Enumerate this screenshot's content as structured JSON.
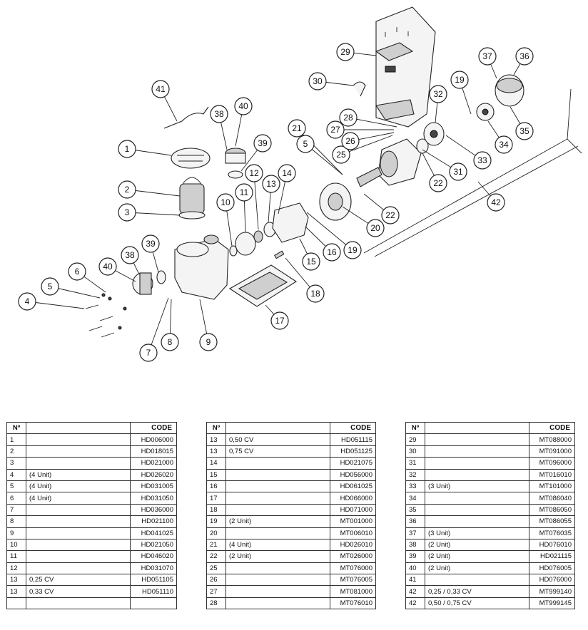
{
  "callouts": [
    "1",
    "2",
    "3",
    "4",
    "5",
    "6",
    "7",
    "8",
    "9",
    "10",
    "11",
    "12",
    "13",
    "14",
    "15",
    "16",
    "17",
    "18",
    "19",
    "20",
    "21",
    "22",
    "25",
    "26",
    "27",
    "28",
    "29",
    "30",
    "31",
    "32",
    "33",
    "34",
    "35",
    "36",
    "37",
    "38",
    "39",
    "40",
    "41",
    "42"
  ],
  "table_headers": {
    "no": "Nº",
    "desc": "",
    "code": "CODE"
  },
  "table1": [
    {
      "no": "1",
      "desc": "",
      "code": "HD006000"
    },
    {
      "no": "2",
      "desc": "",
      "code": "HD018015"
    },
    {
      "no": "3",
      "desc": "",
      "code": "HD021000"
    },
    {
      "no": "4",
      "desc": "(4 Unit)",
      "code": "HD026020"
    },
    {
      "no": "5",
      "desc": "(4 Unit)",
      "code": "HD031005"
    },
    {
      "no": "6",
      "desc": "(4 Unit)",
      "code": "HD031050"
    },
    {
      "no": "7",
      "desc": "",
      "code": "HD036000"
    },
    {
      "no": "8",
      "desc": "",
      "code": "HD021100"
    },
    {
      "no": "9",
      "desc": "",
      "code": "HD041025"
    },
    {
      "no": "10",
      "desc": "",
      "code": "HD021050"
    },
    {
      "no": "11",
      "desc": "",
      "code": "HD046020"
    },
    {
      "no": "12",
      "desc": "",
      "code": "HD031070"
    },
    {
      "no": "13",
      "desc": "0,25 CV",
      "code": "HD051105"
    },
    {
      "no": "13",
      "desc": "0,33 CV",
      "code": "HD051110"
    },
    {
      "no": "",
      "desc": "",
      "code": ""
    }
  ],
  "table2": [
    {
      "no": "13",
      "desc": "0,50 CV",
      "code": "HD051115"
    },
    {
      "no": "13",
      "desc": "0,75 CV",
      "code": "HD051125"
    },
    {
      "no": "14",
      "desc": "",
      "code": "HD021075"
    },
    {
      "no": "15",
      "desc": "",
      "code": "HD056000"
    },
    {
      "no": "16",
      "desc": "",
      "code": "HD061025"
    },
    {
      "no": "17",
      "desc": "",
      "code": "HD066000"
    },
    {
      "no": "18",
      "desc": "",
      "code": "HD071000"
    },
    {
      "no": "19",
      "desc": "(2 Unit)",
      "code": "MT001000"
    },
    {
      "no": "20",
      "desc": "",
      "code": "MT006010"
    },
    {
      "no": "21",
      "desc": "(4 Unit)",
      "code": "HD026010"
    },
    {
      "no": "22",
      "desc": "(2 Unit)",
      "code": "MT026000"
    },
    {
      "no": "25",
      "desc": "",
      "code": "MT076000"
    },
    {
      "no": "26",
      "desc": "",
      "code": "MT076005"
    },
    {
      "no": "27",
      "desc": "",
      "code": "MT081000"
    },
    {
      "no": "28",
      "desc": "",
      "code": "MT076010"
    }
  ],
  "table3": [
    {
      "no": "29",
      "desc": "",
      "code": "MT088000"
    },
    {
      "no": "30",
      "desc": "",
      "code": "MT091000"
    },
    {
      "no": "31",
      "desc": "",
      "code": "MT096000"
    },
    {
      "no": "32",
      "desc": "",
      "code": "MT016010"
    },
    {
      "no": "33",
      "desc": "(3 Unit)",
      "code": "MT101000"
    },
    {
      "no": "34",
      "desc": "",
      "code": "MT086040"
    },
    {
      "no": "35",
      "desc": "",
      "code": "MT086050"
    },
    {
      "no": "36",
      "desc": "",
      "code": "MT086055"
    },
    {
      "no": "37",
      "desc": "(3 Unit)",
      "code": "MT076035"
    },
    {
      "no": "38",
      "desc": "(2 Unit)",
      "code": "HD076010"
    },
    {
      "no": "39",
      "desc": "(2 Unit)",
      "code": "HD021115"
    },
    {
      "no": "40",
      "desc": "(2 Unit)",
      "code": "HD076005"
    },
    {
      "no": "41",
      "desc": "",
      "code": "HD076000"
    },
    {
      "no": "42",
      "desc": "0,25 / 0,33 CV",
      "code": "MT999140"
    },
    {
      "no": "42",
      "desc": "0,50 / 0,75 CV",
      "code": "MT999145"
    }
  ]
}
